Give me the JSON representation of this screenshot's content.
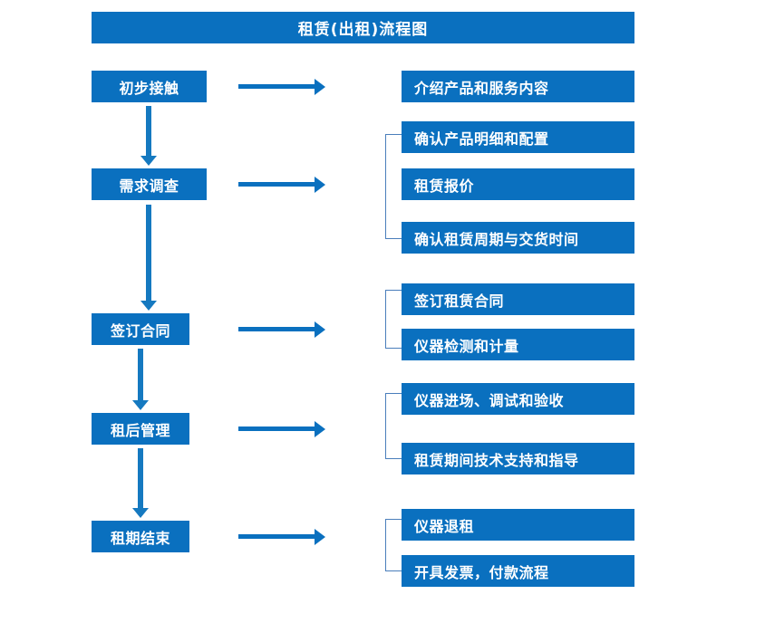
{
  "diagram": {
    "title": "租赁(出租)流程图",
    "accent_color": "#0a70bf",
    "bracket_color": "#4a7ebb",
    "arrow_color": "#1579c0",
    "text_color": "#ffffff",
    "background_color": "#ffffff"
  },
  "stages": [
    {
      "id": "stage-1",
      "label": "初步接触"
    },
    {
      "id": "stage-2",
      "label": "需求调查"
    },
    {
      "id": "stage-3",
      "label": "签订合同"
    },
    {
      "id": "stage-4",
      "label": "租后管理"
    },
    {
      "id": "stage-5",
      "label": "租期结束"
    }
  ],
  "details": [
    {
      "id": "detail-1",
      "label": "介绍产品和服务内容",
      "group": 1
    },
    {
      "id": "detail-2",
      "label": "确认产品明细和配置",
      "group": 2
    },
    {
      "id": "detail-3",
      "label": "租赁报价",
      "group": 2
    },
    {
      "id": "detail-4",
      "label": "确认租赁周期与交货时间",
      "group": 2
    },
    {
      "id": "detail-5",
      "label": "签订租赁合同",
      "group": 3
    },
    {
      "id": "detail-6",
      "label": "仪器检测和计量",
      "group": 3
    },
    {
      "id": "detail-7",
      "label": "仪器进场、调试和验收",
      "group": 4
    },
    {
      "id": "detail-8",
      "label": "租赁期间技术支持和指导",
      "group": 4
    },
    {
      "id": "detail-9",
      "label": "仪器退租",
      "group": 5
    },
    {
      "id": "detail-10",
      "label": "开具发票，付款流程",
      "group": 5
    }
  ],
  "connectors": {
    "horizontal_arrow_count": 5,
    "vertical_arrow_count": 4,
    "bracket_count": 4
  }
}
